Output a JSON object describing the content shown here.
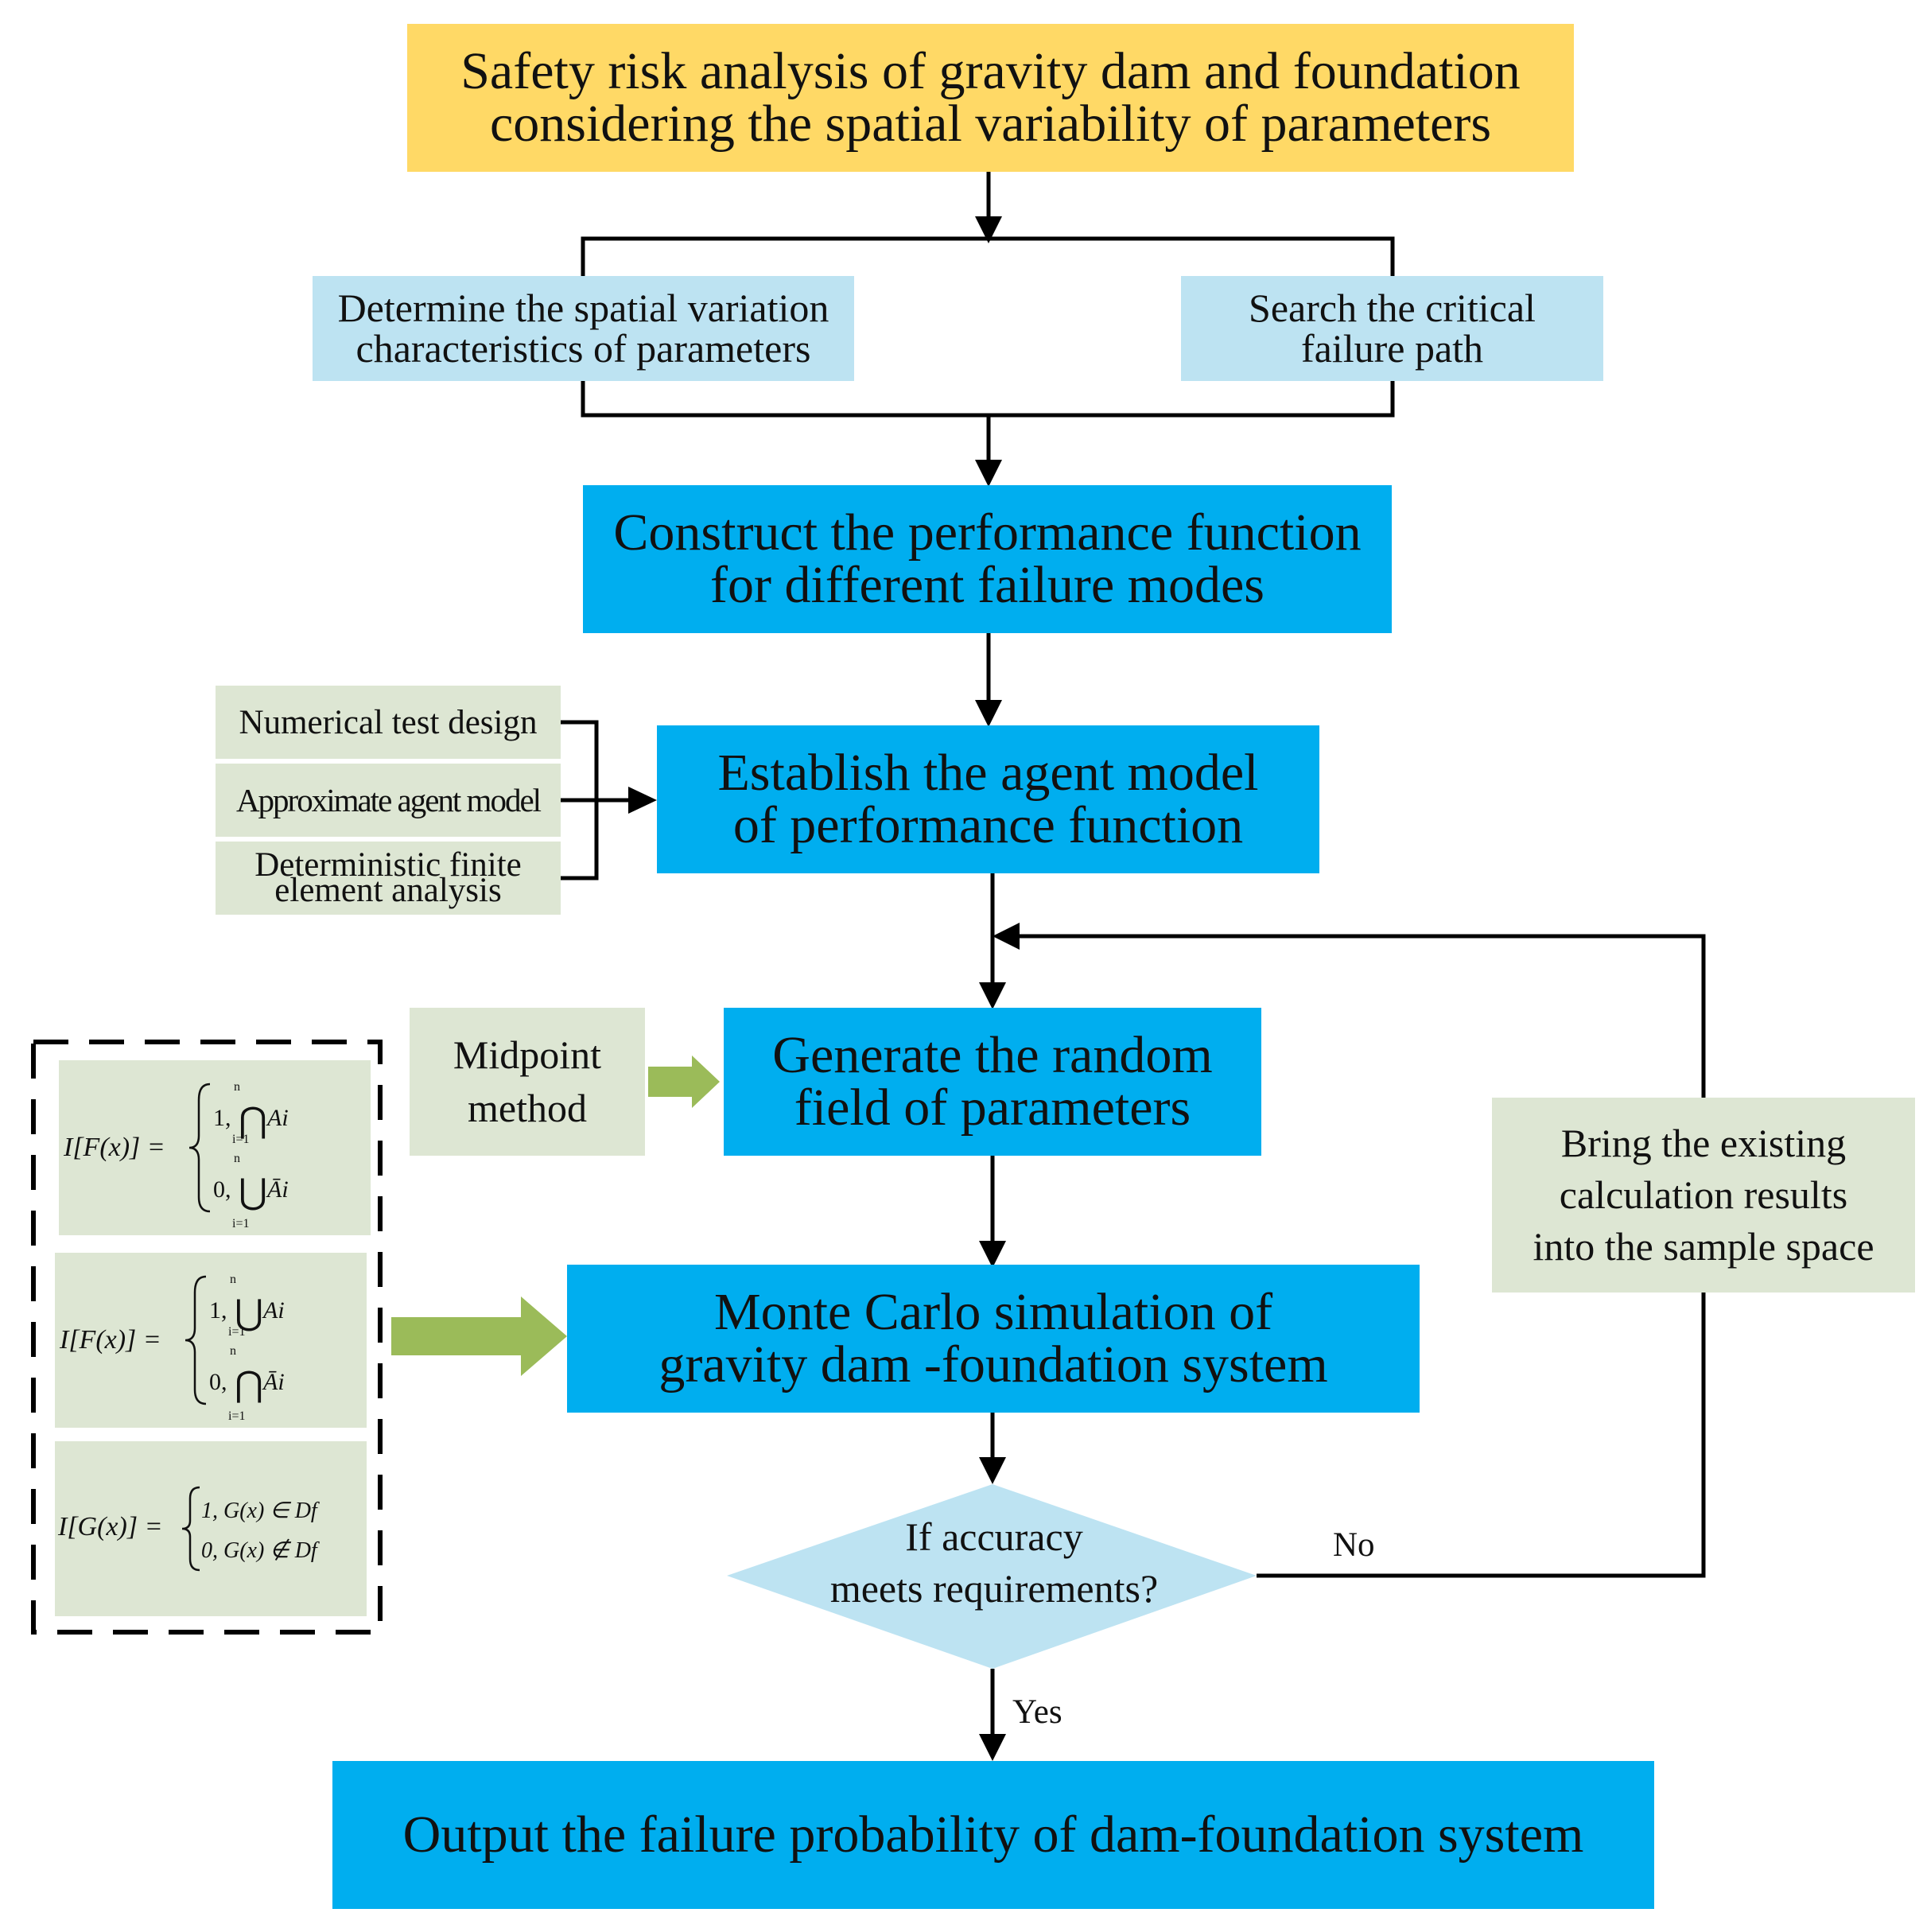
{
  "title": {
    "line1": "Safety risk analysis of gravity dam and foundation",
    "line2": "considering the spatial variability of parameters"
  },
  "spatial_box": {
    "line1": "Determine the spatial variation",
    "line2": "characteristics of parameters"
  },
  "search_box": {
    "line1": "Search the critical",
    "line2": "failure path"
  },
  "performance_box": {
    "line1": "Construct the performance function",
    "line2": "for different failure modes"
  },
  "agent_box": {
    "line1": "Establish the agent model",
    "line2": "of performance function"
  },
  "inputs": {
    "numerical": "Numerical test design",
    "approximate": "Approximate agent model",
    "deterministic_line1": "Deterministic finite",
    "deterministic_line2": "element analysis"
  },
  "midpoint_box": {
    "line1": "Midpoint",
    "line2": "method"
  },
  "random_box": {
    "line1": "Generate the random",
    "line2": "field of parameters"
  },
  "monte_box": {
    "line1": "Monte Carlo simulation of",
    "line2": "gravity dam -foundation  system"
  },
  "decision": {
    "line1": "If  accuracy",
    "line2": "meets requirements?"
  },
  "bring_box": {
    "line1": "Bring the existing",
    "line2": "calculation results",
    "line3": "into the sample space"
  },
  "no_label": "No",
  "yes_label": "Yes",
  "output_box": "Output the failure probability of dam-foundation system",
  "equations": {
    "eq1": {
      "lhs": "I[F(x)] =",
      "case1": "1,",
      "case1_symbol": "⋂",
      "case1_set": "Ai",
      "case2": "0,",
      "case2_symbol": "⋃",
      "case2_set": "Āi",
      "upper": "n",
      "lower": "i=1"
    },
    "eq2": {
      "lhs": "I[F(x)] =",
      "case1": "1,",
      "case1_symbol": "⋃",
      "case1_set": "Ai",
      "case2": "0,",
      "case2_symbol": "⋂",
      "case2_set": "Āi",
      "upper": "n",
      "lower": "i=1"
    },
    "eq3": {
      "lhs": "I[G(x)] =",
      "case1": "1,  G(x) ∈ Df",
      "case2": "0,  G(x) ∉ Df"
    }
  },
  "colors": {
    "title_fill": "#FFD966",
    "process_fill": "#00AEEF",
    "light_blue_fill": "#BDE3F2",
    "green_fill": "#DDE6D3",
    "green_arrow": "#9BBB59",
    "line": "#000000"
  }
}
